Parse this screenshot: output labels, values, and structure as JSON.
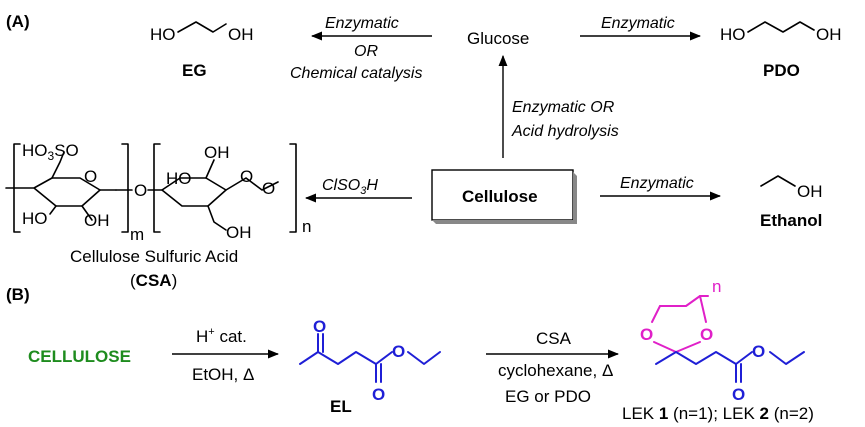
{
  "panel_a": {
    "tag": "(A)",
    "glucose": "Glucose",
    "eg_formula": {
      "left": "HO",
      "right": "OH"
    },
    "eg_name": "EG",
    "to_eg_top": "Enzymatic",
    "to_eg_mid": "OR",
    "to_eg_bot": "Chemical catalysis",
    "to_pdo": "Enzymatic",
    "pdo_formula": {
      "left": "HO",
      "right": "OH"
    },
    "pdo_name": "PDO",
    "hydrolysis_1": "Enzymatic OR",
    "hydrolysis_2": "Acid hydrolysis",
    "cellulose": "Cellulose",
    "sulfonation": "ClSO",
    "sulfonation_sub": "3",
    "sulfonation_end": "H",
    "to_ethanol": "Enzymatic",
    "ethanol_oh": "OH",
    "ethanol_name": "Ethanol",
    "csa_so3": "HO",
    "csa_so3_sub": "3",
    "csa_so3_end": "SO",
    "csa_ho_left": "HO",
    "csa_oh_mid": "OH",
    "csa_m": "m",
    "csa_o_link": "O",
    "csa_ho_right": "HO",
    "csa_oh_top": "OH",
    "csa_o_ring": "O",
    "csa_o_end": "O",
    "csa_oh_bottom": "OH",
    "csa_n": "n",
    "csa_name_1": "Cellulose Sulfuric Acid",
    "csa_name_2_open": "(",
    "csa_name_2_bold": "CSA",
    "csa_name_2_close": ")"
  },
  "panel_b": {
    "tag": "(B)",
    "start": "CELLULOSE",
    "step1_top": "H",
    "step1_top_sup": "+",
    "step1_top_end": " cat.",
    "step1_bot": "EtOH, Δ",
    "el_o1": "O",
    "el_o2": "O",
    "el_o3": "O",
    "el_name": "EL",
    "step2_top": "CSA",
    "step2_mid": "cyclohexane, Δ",
    "step2_bot": "EG or PDO",
    "lek_o1": "O",
    "lek_o2": "O",
    "lek_o3": "O",
    "lek_o4": "O",
    "lek_n": "n",
    "lek_label_a": "LEK ",
    "lek_label_1": "1",
    "lek_label_b": " (n=1); LEK ",
    "lek_label_2": "2",
    "lek_label_c": " (n=2)"
  },
  "colors": {
    "blue": "#1f1fd6",
    "green": "#1e8c1e",
    "magenta": "#e020c8",
    "black": "#000000"
  }
}
